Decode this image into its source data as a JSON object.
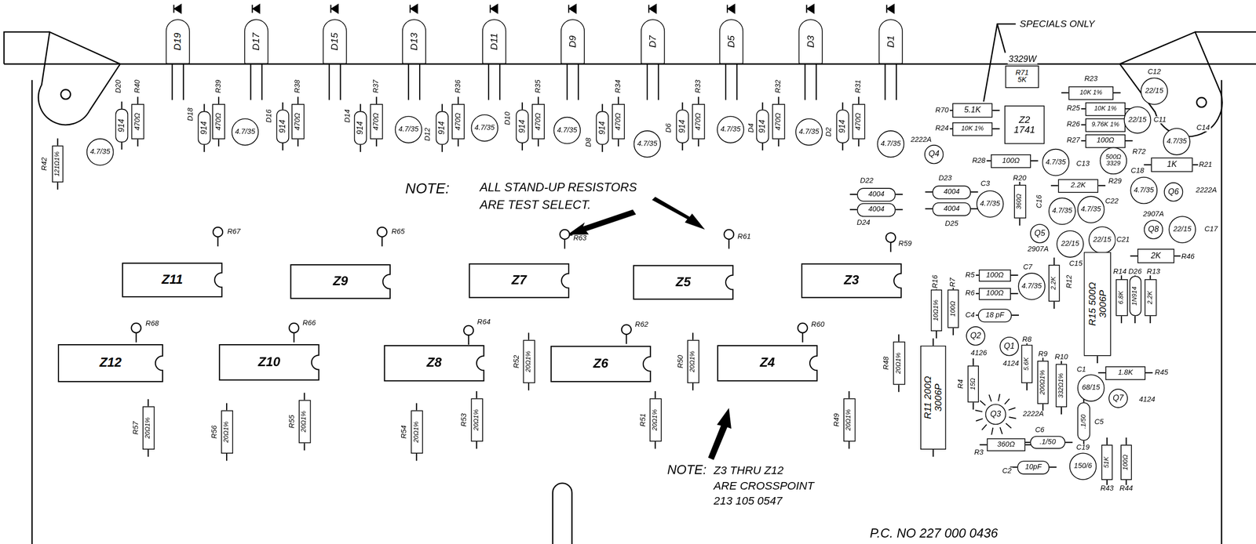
{
  "diagram": {
    "nodes": [
      {
        "text": [
          "D19"
        ]
      },
      {
        "text": [
          "D17"
        ]
      },
      {
        "text": [
          "D15"
        ]
      },
      {
        "text": [
          "D13"
        ]
      },
      {
        "text": [
          "D11"
        ]
      },
      {
        "text": [
          "D9"
        ]
      },
      {
        "text": [
          "D7"
        ]
      },
      {
        "text": [
          "D5"
        ]
      },
      {
        "text": [
          "D3"
        ]
      },
      {
        "text": [
          "D1"
        ]
      },
      {
        "text": [
          "121Ω1%"
        ]
      },
      {
        "text": [
          "4.7/35"
        ]
      },
      {
        "text": [
          "914"
        ]
      },
      {
        "text": [
          "470Ω"
        ]
      },
      {
        "text": [
          "914"
        ]
      },
      {
        "text": [
          "470Ω"
        ]
      },
      {
        "text": [
          "4.7/35"
        ]
      },
      {
        "text": [
          "914"
        ]
      },
      {
        "text": [
          "470Ω"
        ]
      },
      {
        "text": [
          "914"
        ]
      },
      {
        "text": [
          "470Ω"
        ]
      },
      {
        "text": [
          "4.7/35"
        ]
      },
      {
        "text": [
          "914"
        ]
      },
      {
        "text": [
          "470Ω"
        ]
      },
      {
        "text": [
          "4.7/35"
        ]
      },
      {
        "text": [
          "914"
        ]
      },
      {
        "text": [
          "470Ω"
        ]
      },
      {
        "text": [
          "4.7/35"
        ]
      },
      {
        "text": [
          "914"
        ]
      },
      {
        "text": [
          "470Ω"
        ]
      },
      {
        "text": [
          "4.7/35"
        ]
      },
      {
        "text": [
          "914"
        ]
      },
      {
        "text": [
          "470Ω"
        ]
      },
      {
        "text": [
          "4.7/35"
        ]
      },
      {
        "text": [
          "914"
        ]
      },
      {
        "text": [
          "470Ω"
        ]
      },
      {
        "text": [
          "4.7/35"
        ]
      },
      {
        "text": [
          "914"
        ]
      },
      {
        "text": [
          "470Ω"
        ]
      },
      {
        "text": [
          "4.7/35"
        ]
      },
      {
        "text": [
          "R71",
          "5K"
        ]
      },
      {
        "text": [
          "5.1K"
        ]
      },
      {
        "text": [
          "10K 1%"
        ]
      },
      {
        "text": [
          "Z2",
          "1741"
        ]
      },
      {
        "text": [
          "10K 1%"
        ]
      },
      {
        "text": [
          "10K 1%"
        ]
      },
      {
        "text": [
          "9.76K 1%"
        ]
      },
      {
        "text": [
          "100Ω"
        ]
      },
      {
        "text": [
          "22/15"
        ]
      },
      {
        "text": [
          "22/15"
        ]
      },
      {
        "text": [
          "4.7/35"
        ]
      },
      {
        "text": [
          "Q4"
        ]
      },
      {
        "text": [
          "100Ω"
        ]
      },
      {
        "text": [
          "4.7/35"
        ]
      },
      {
        "text": [
          "500Ω",
          "3329"
        ]
      },
      {
        "text": [
          "1K"
        ]
      },
      {
        "text": [
          "2.2K"
        ]
      },
      {
        "text": [
          "Q6"
        ]
      },
      {
        "text": [
          "4004"
        ]
      },
      {
        "text": [
          "4004"
        ]
      },
      {
        "text": [
          "4004"
        ]
      },
      {
        "text": [
          "4004"
        ]
      },
      {
        "text": [
          "4.7/35"
        ]
      },
      {
        "text": [
          "360Ω"
        ]
      },
      {
        "text": [
          "4.7/35"
        ]
      },
      {
        "text": [
          "4.7/35"
        ]
      },
      {
        "text": [
          "4.7/35"
        ]
      },
      {
        "text": [
          "Q5"
        ]
      },
      {
        "text": [
          "Q8"
        ]
      },
      {
        "text": [
          "22/15"
        ]
      },
      {
        "text": [
          "22/15"
        ]
      },
      {
        "text": [
          "22/15"
        ]
      },
      {
        "text": [
          "2K"
        ]
      },
      {
        "text": [
          "R15 500Ω",
          "3006P"
        ]
      },
      {
        "text": [
          "6.8K"
        ]
      },
      {
        "text": [
          "1N914"
        ]
      },
      {
        "text": [
          "2.2K"
        ]
      },
      {
        "text": [
          "100Ω"
        ]
      },
      {
        "text": [
          "100Ω"
        ]
      },
      {
        "text": [
          "10Ω1%"
        ]
      },
      {
        "text": [
          "100Ω"
        ]
      },
      {
        "text": [
          "18 pF"
        ]
      },
      {
        "text": [
          "4.7/35"
        ]
      },
      {
        "text": [
          "2.2K"
        ]
      },
      {
        "text": [
          "Q2"
        ]
      },
      {
        "text": [
          "Q1"
        ]
      },
      {
        "text": [
          "R11 200Ω",
          "3006P"
        ]
      },
      {
        "text": [
          "15Ω"
        ]
      },
      {
        "text": [
          "5.6K"
        ]
      },
      {
        "text": [
          "200Ω1%"
        ]
      },
      {
        "text": [
          "332Ω1%"
        ]
      },
      {
        "text": [
          "68/15"
        ]
      },
      {
        "text": [
          "1.8K"
        ]
      },
      {
        "text": [
          "Q7"
        ]
      },
      {
        "text": [
          ".1/50"
        ]
      },
      {
        "text": [
          "Q3"
        ]
      },
      {
        "text": [
          "360Ω"
        ]
      },
      {
        "text": [
          ".1/50"
        ]
      },
      {
        "text": [
          "10pF"
        ]
      },
      {
        "text": [
          "150/6"
        ]
      },
      {
        "text": [
          "51K"
        ]
      },
      {
        "text": [
          "100Ω"
        ]
      },
      {
        "text": [
          "Z11"
        ]
      },
      {
        "text": [
          "Z9"
        ]
      },
      {
        "text": [
          "Z7"
        ]
      },
      {
        "text": [
          "Z5"
        ]
      },
      {
        "text": [
          "Z3"
        ]
      },
      {
        "text": [
          "Z12"
        ]
      },
      {
        "text": [
          "Z10"
        ]
      },
      {
        "text": [
          "Z8"
        ]
      },
      {
        "text": [
          "Z6"
        ]
      },
      {
        "text": [
          "Z4"
        ]
      },
      {
        "text": [
          "20Ω1%"
        ]
      },
      {
        "text": [
          "20Ω1%"
        ]
      },
      {
        "text": [
          "20Ω1%"
        ]
      },
      {
        "text": [
          "20Ω1%"
        ]
      },
      {
        "text": [
          "20Ω1%"
        ]
      },
      {
        "text": [
          "20Ω1%"
        ]
      },
      {
        "text": [
          "20Ω1%"
        ]
      },
      {
        "text": [
          "20Ω1%"
        ]
      },
      {
        "text": [
          "20Ω1%"
        ]
      },
      {
        "text": [
          "20Ω1%"
        ]
      }
    ],
    "labels": [
      "D20",
      "R40",
      "D18",
      "R39",
      "D16",
      "R38",
      "D14",
      "R37",
      "D12",
      "R36",
      "D10",
      "R35",
      "D8",
      "R34",
      "D6",
      "R33",
      "D4",
      "R32",
      "D2",
      "R31",
      "R42",
      "SPECIALS ONLY",
      "3329W",
      "R70",
      "R24",
      "R23",
      "C12",
      "R25",
      "R26",
      "R27",
      "C11",
      "C14",
      "2222A",
      "R28",
      "C13",
      "R72",
      "C18",
      "R21",
      "R29",
      "2222A",
      "D22",
      "D24",
      "D23",
      "D25",
      "C3",
      "R20",
      "C16",
      "2907A",
      "C22",
      "2907A",
      "C17",
      "C21",
      "C15",
      "R46",
      "R14",
      "D26",
      "R13",
      "R5",
      "R6",
      "R16",
      "R7",
      "C4",
      "C7",
      "R12",
      "4126",
      "4124",
      "R4",
      "R8",
      "R9",
      "R10",
      "C1",
      "R45",
      "4124",
      "C5",
      "2222A",
      "R3",
      "C6",
      "C2",
      "C19",
      "R43",
      "R44",
      "NOTE:",
      "ALL STAND-UP RESISTORS",
      "ARE TEST SELECT.",
      "R67",
      "R65",
      "R63",
      "R61",
      "R59",
      "R68",
      "R66",
      "R64",
      "R62",
      "R60",
      "R57",
      "R56",
      "R55",
      "R54",
      "R53",
      "R52",
      "R51",
      "R50",
      "R49",
      "R48",
      "NOTE:",
      "Z3 THRU Z12",
      "ARE CROSSPOINT",
      "213 105 0547",
      "P.C. NO 227 000 0436"
    ]
  }
}
